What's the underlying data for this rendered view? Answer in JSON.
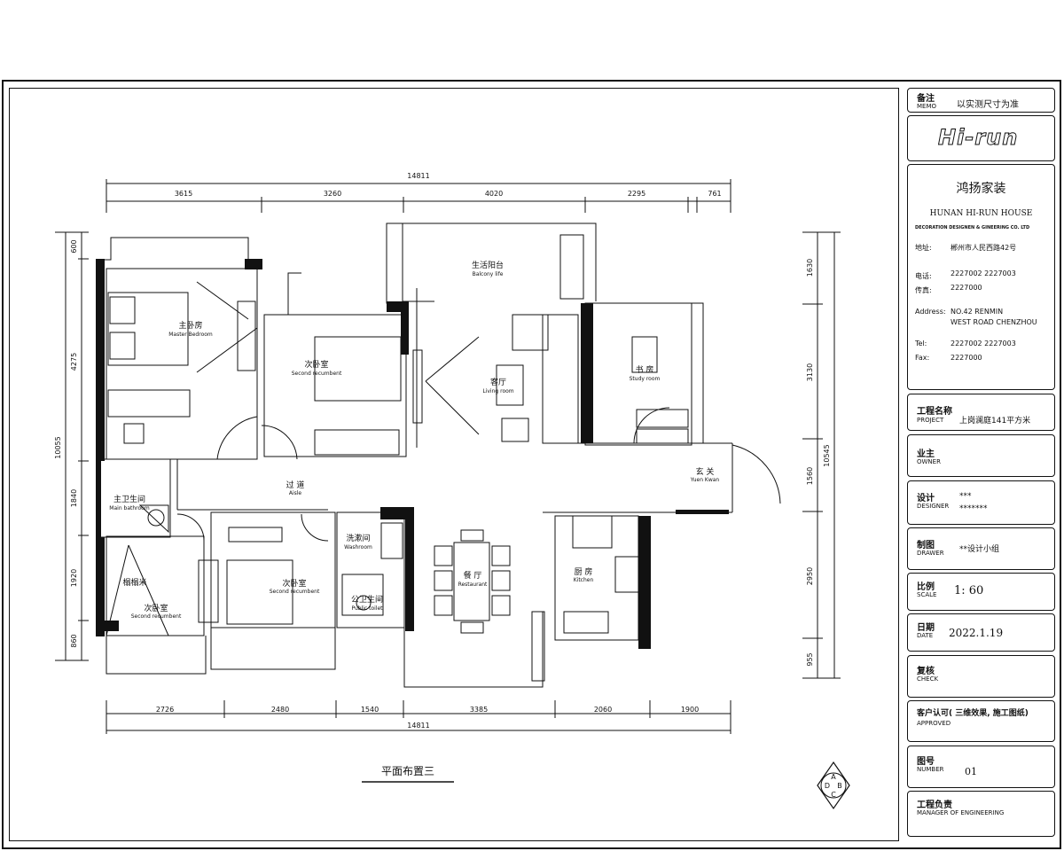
{
  "drawing_title": "平面布置三",
  "compass_letters": [
    "A",
    "B",
    "C",
    "D"
  ],
  "dims_top_total": "14811",
  "dims_top": [
    "3615",
    "3260",
    "4020",
    "2295",
    "761"
  ],
  "dims_bottom": [
    "2726",
    "2480",
    "1540",
    "3385",
    "2060",
    "1900"
  ],
  "dims_bottom_total": "14811",
  "dims_left_total": "10055",
  "dims_left": [
    "600",
    "4275",
    "1840",
    "1920",
    "860"
  ],
  "dims_right_total": "10545",
  "dims_right": [
    "1630",
    "3130",
    "1560",
    "2950",
    "955"
  ],
  "rooms": {
    "master_cn": "主卧房",
    "master_en": "Master Bedroom",
    "balcony_cn": "生活阳台",
    "balcony_en": "Balcony life",
    "second1_cn": "次卧室",
    "second1_en": "Second recumbent",
    "living_cn": "客厅",
    "living_en": "Living room",
    "study_cn": "书 房",
    "study_en": "Study room",
    "aisle_cn": "过 道",
    "aisle_en": "Aisle",
    "entry_cn": "玄 关",
    "entry_en": "Yuen Kwan",
    "mainbath_cn": "主卫生间",
    "mainbath_en": "Main bathroom",
    "tatami": "榻榻米",
    "second2_cn": "次卧室",
    "second2_en": "Second recumbent",
    "second3_cn": "次卧室",
    "second3_en": "Second recumbent",
    "wash_cn": "洗漱间",
    "wash_en": "Washroom",
    "publictoilet_cn": "公卫生间",
    "publictoilet_en": "Public toilet",
    "restaurant_cn": "餐 厅",
    "restaurant_en": "Restaurant",
    "kitchen_cn": "厨 房",
    "kitchen_en": "Kitchen"
  },
  "titleblock": {
    "memo_cn": "备注",
    "memo_en": "MEMO",
    "memo_value": "以实测尺寸为准",
    "logo_text": "Hi-run",
    "company_cn": "鸿扬家装",
    "company_en": "HUNAN HI-RUN HOUSE",
    "company_sub": "DECORATION DESIGNEN & GINEERING CO. LTD",
    "address_cn_label": "地址:",
    "address_cn": "郴州市人民西路42号",
    "tel_cn_label": "电话:",
    "tel_cn": "2227002  2227003",
    "fax_cn_label": "传真:",
    "fax_cn": "2227000",
    "address_en_label": "Address:",
    "address_en_1": "NO.42 RENMIN",
    "address_en_2": "WEST ROAD CHENZHOU",
    "tel_en_label": "Tel:",
    "tel_en": "2227002  2227003",
    "fax_en_label": "Fax:",
    "fax_en": "2227000",
    "project_cn": "工程名称",
    "project_en": "PROJECT",
    "project_value": "上岗澜庭141平方米",
    "owner_cn": "业主",
    "owner_en": "OWNER",
    "owner_value": "",
    "designer_cn": "设计",
    "designer_en": "DESIGNER",
    "designer_value_1": "***",
    "designer_value_2": "*******",
    "drawer_cn": "制图",
    "drawer_en": "DRAWER",
    "drawer_value": "**设计小组",
    "scale_cn": "比例",
    "scale_en": "SCALE",
    "scale_value": "1: 60",
    "date_cn": "日期",
    "date_en": "DATE",
    "date_value": "2022.1.19",
    "check_cn": "复核",
    "check_en": "CHECK",
    "check_value": "",
    "approved_cn": "客户认可( 三维效果, 施工图纸)",
    "approved_en": "APPROVED",
    "number_cn": "图号",
    "number_en": "NUMBER",
    "number_value": "01",
    "manager_cn": "工程负责",
    "manager_en": "MANAGER OF ENGINEERING"
  }
}
